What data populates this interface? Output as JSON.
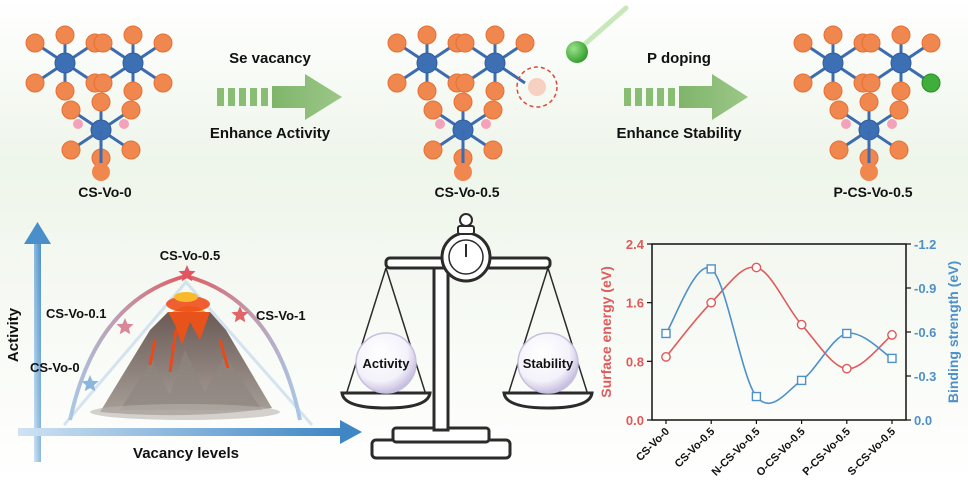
{
  "top": {
    "step1_top": "Se vacancy",
    "step1_bottom": "Enhance Activity",
    "step2_top": "P doping",
    "step2_bottom": "Enhance Stability",
    "struct_labels": [
      "CS-Vo-0",
      "CS-Vo-0.5",
      "P-CS-Vo-0.5"
    ]
  },
  "volcano": {
    "y_label": "Activity",
    "x_label": "Vacancy levels",
    "points": [
      {
        "label": "CS-Vo-0",
        "vacancy": 0,
        "activity": 0.28
      },
      {
        "label": "CS-Vo-0.1",
        "vacancy": 0.1,
        "activity": 0.62
      },
      {
        "label": "CS-Vo-0.5",
        "vacancy": 0.5,
        "activity": 0.92
      },
      {
        "label": "CS-Vo-1",
        "vacancy": 1,
        "activity": 0.72
      }
    ]
  },
  "balance": {
    "left": "Activity",
    "right": "Stability"
  },
  "chart_data": {
    "type": "line",
    "categories": [
      "CS-Vo-0",
      "CS-Vo-0.5",
      "N-CS-Vo-0.5",
      "O-CS-Vo-0.5",
      "P-CS-Vo-0.5",
      "S-CS-Vo-0.5"
    ],
    "ylabel": "Surface energy (eV)",
    "y2label": "Binding strength (eV)",
    "ylim": [
      0.0,
      2.4
    ],
    "y2lim": [
      0.0,
      -1.2
    ],
    "yticks": [
      "0.0",
      "0.8",
      "1.6",
      "2.4"
    ],
    "y2ticks": [
      "0.0",
      "-0.3",
      "-0.6",
      "-0.9",
      "-1.2"
    ],
    "series": [
      {
        "values": [
          0.86,
          1.6,
          2.08,
          1.3,
          0.7,
          1.16
        ],
        "axis": "left",
        "color": "#e05a5a",
        "marker": "circle"
      },
      {
        "values": [
          -0.59,
          -1.03,
          -0.16,
          -0.27,
          -0.59,
          -0.42
        ],
        "axis": "right",
        "color": "#4e90c9",
        "marker": "square"
      }
    ]
  }
}
